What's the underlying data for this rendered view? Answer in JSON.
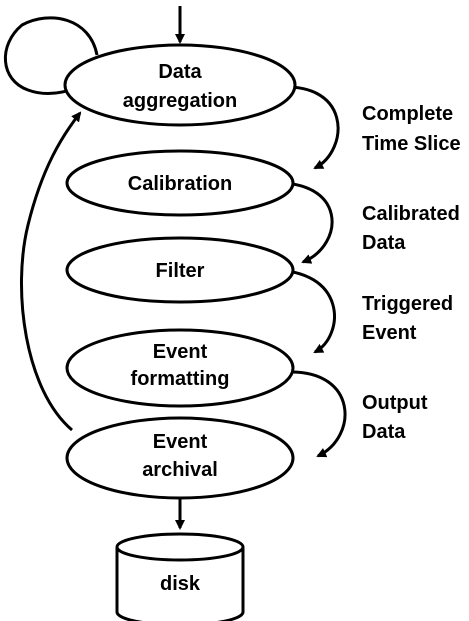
{
  "diagram": {
    "nodes": {
      "aggregation": {
        "line1": "Data",
        "line2": "aggregation"
      },
      "calibration": {
        "label": "Calibration"
      },
      "filter": {
        "label": "Filter"
      },
      "formatting": {
        "line1": "Event",
        "line2": "formatting"
      },
      "archival": {
        "line1": "Event",
        "line2": "archival"
      },
      "disk": {
        "label": "disk"
      }
    },
    "edges": {
      "complete_time_slice": {
        "line1": "Complete",
        "line2": "Time Slice"
      },
      "calibrated_data": {
        "line1": "Calibrated",
        "line2": "Data"
      },
      "triggered_event": {
        "line1": "Triggered",
        "line2": "Event"
      },
      "output_data": {
        "line1": "Output",
        "line2": "Data"
      }
    }
  }
}
